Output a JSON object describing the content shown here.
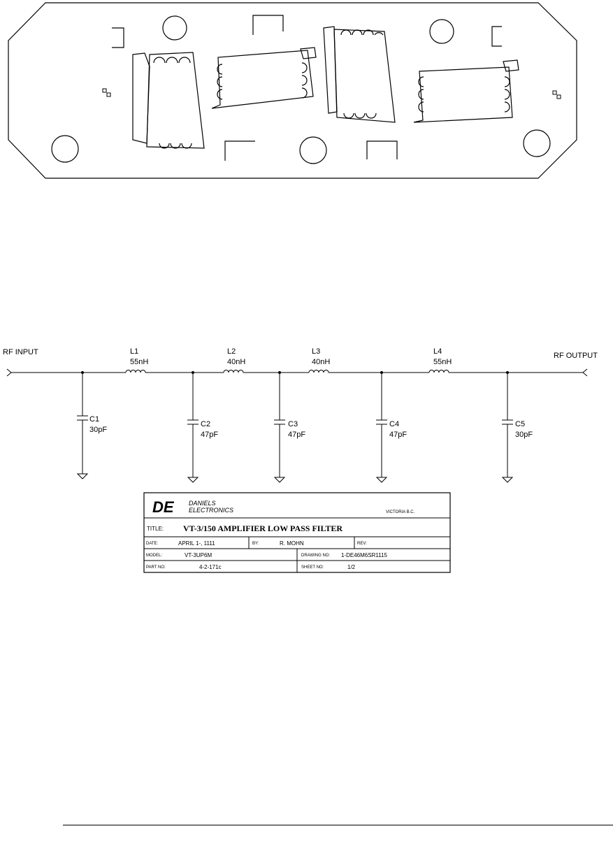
{
  "schematic": {
    "input_label": "RF INPUT",
    "output_label": "RF OUTPUT",
    "inductors": [
      {
        "ref": "L1",
        "value": "55nH"
      },
      {
        "ref": "L2",
        "value": "40nH"
      },
      {
        "ref": "L3",
        "value": "40nH"
      },
      {
        "ref": "L4",
        "value": "55nH"
      }
    ],
    "capacitors": [
      {
        "ref": "C1",
        "value": "30pF"
      },
      {
        "ref": "C2",
        "value": "47pF"
      },
      {
        "ref": "C3",
        "value": "47pF"
      },
      {
        "ref": "C4",
        "value": "47pF"
      },
      {
        "ref": "C5",
        "value": "30pF"
      }
    ]
  },
  "title_block": {
    "logo": "DE",
    "company_line1": "DANIELS",
    "company_line2": "ELECTRONICS",
    "location": "VICTORIA B.C.",
    "title_label": "TITLE:",
    "title": "VT-3/150 AMPLIFIER LOW PASS FILTER",
    "date_label": "DATE:",
    "date": "APRIL 1-, 1111",
    "by_label": "BY:",
    "by": "R. MOHN",
    "rev_label": "REV:",
    "model_label": "MODEL:",
    "model": "VT-3UP6M",
    "drawing_label": "DRAWING NO:",
    "drawing": "1-DE46M6SR1115",
    "part_label": "PART NO:",
    "part": "4-2-171c",
    "sheet_label": "SHEET NO:",
    "sheet": "1/2"
  }
}
